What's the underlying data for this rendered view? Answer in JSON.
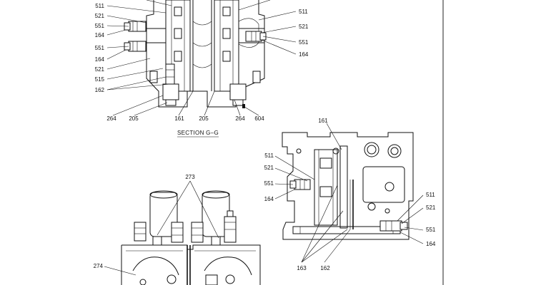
{
  "section_title": "SECTION  G–G",
  "callouts": {
    "top_left": [
      "511",
      "521",
      "551",
      "164",
      "551",
      "164",
      "521",
      "515",
      "162"
    ],
    "top_right": [
      "511",
      "521",
      "551",
      "164"
    ],
    "top_bottom": [
      "264",
      "205",
      "161",
      "205",
      "264",
      "604"
    ],
    "bottom_left": [
      "273",
      "274"
    ],
    "right_left": [
      "511",
      "521",
      "551",
      "164"
    ],
    "right_top": [
      "161"
    ],
    "right_right": [
      "511",
      "521",
      "551",
      "164"
    ],
    "right_bottom": [
      "163",
      "162"
    ]
  }
}
